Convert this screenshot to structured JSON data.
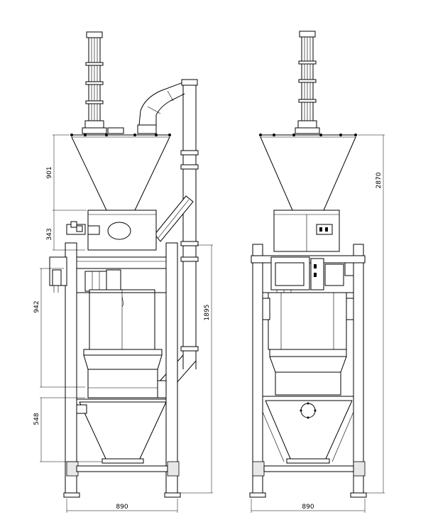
{
  "dimensions": {
    "front_width": "890",
    "side_width": "890",
    "hopper_height": "901",
    "filter_housing_height": "343",
    "body_height": "942",
    "bottom_cone_height": "548",
    "duct_height": "1895",
    "overall_height": "2870"
  }
}
